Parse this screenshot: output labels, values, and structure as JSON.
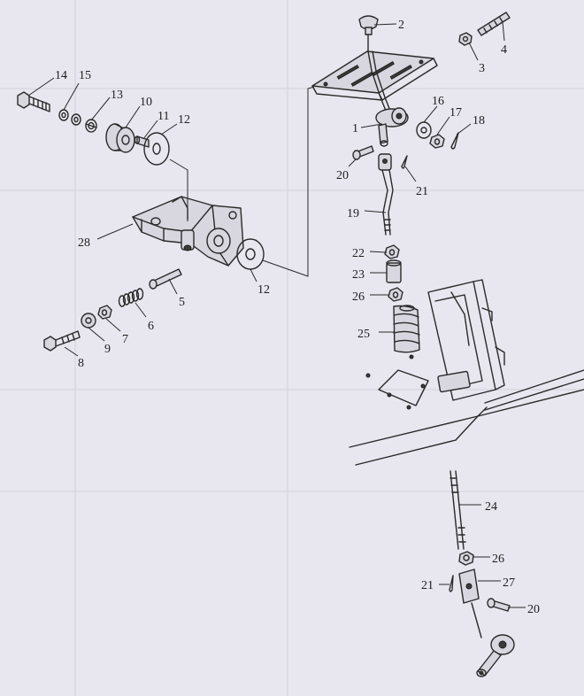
{
  "callouts": {
    "c1": "1",
    "c2": "2",
    "c3": "3",
    "c4": "4",
    "c5": "5",
    "c6": "6",
    "c7": "7",
    "c8": "8",
    "c9": "9",
    "c10": "10",
    "c11": "11",
    "c12a": "12",
    "c12b": "12",
    "c13": "13",
    "c14": "14",
    "c15": "15",
    "c16": "16",
    "c17": "17",
    "c18": "18",
    "c19": "19",
    "c20a": "20",
    "c20b": "20",
    "c21a": "21",
    "c21b": "21",
    "c22": "22",
    "c23": "23",
    "c24": "24",
    "c25": "25",
    "c26a": "26",
    "c26b": "26",
    "c27": "27",
    "c28": "28"
  },
  "colors": {
    "paper": "#e8e6ef",
    "ink": "#2a2a2a"
  }
}
